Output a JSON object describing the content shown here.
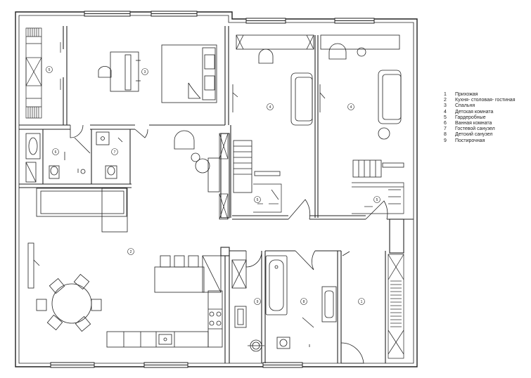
{
  "legend": {
    "items": [
      {
        "num": "1",
        "label": "Прихожая"
      },
      {
        "num": "2",
        "label": "Кухня- столовая- гостиная"
      },
      {
        "num": "3",
        "label": "Спальня"
      },
      {
        "num": "4",
        "label": "Детская комната"
      },
      {
        "num": "5",
        "label": "Гардеробные"
      },
      {
        "num": "6",
        "label": "Ванная комната"
      },
      {
        "num": "7",
        "label": "Гостевой санузел"
      },
      {
        "num": "8",
        "label": "Детский санузел"
      },
      {
        "num": "9",
        "label": "Постирочная"
      }
    ]
  },
  "room_markers": {
    "wardrobe_left": "5",
    "bedroom": "3",
    "bath_left": "6",
    "guest_wc": "7",
    "kids_room_a": "4",
    "kids_room_b": "4",
    "wardrobe_a": "5",
    "wardrobe_b": "5",
    "living": "2",
    "laundry": "9",
    "kids_bath": "8",
    "hall": "1"
  },
  "colors": {
    "line": "#222222",
    "wall": "#222222",
    "background": "#ffffff"
  }
}
